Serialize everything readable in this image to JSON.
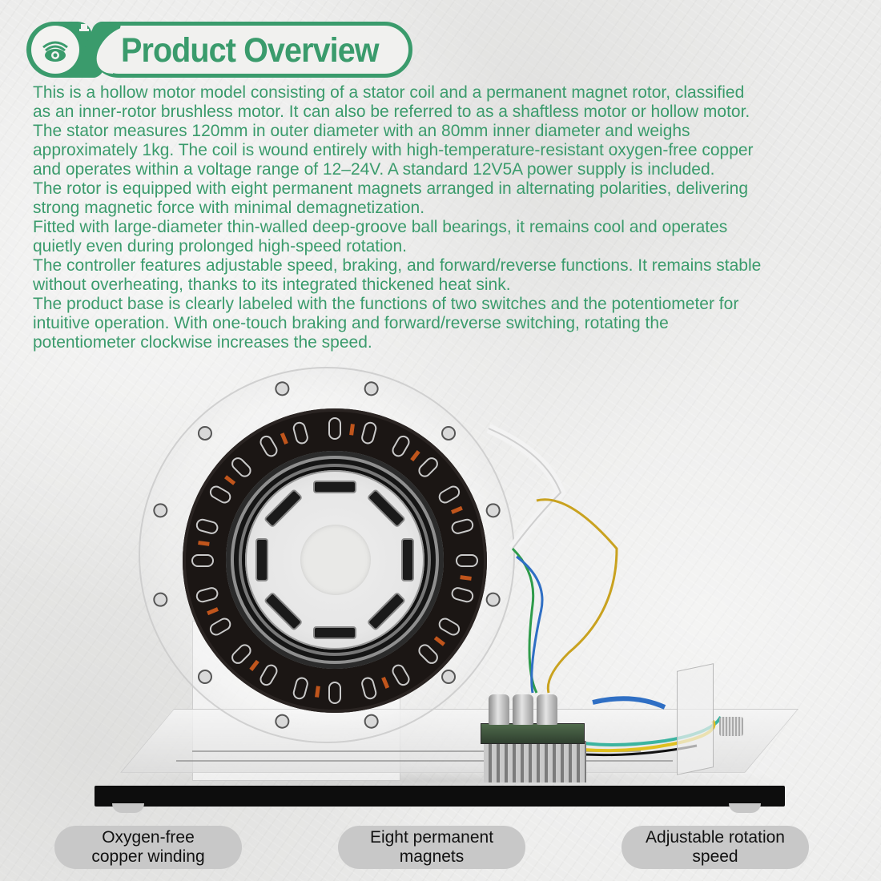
{
  "header": {
    "title": "Product Overview",
    "icon": "eye-icon",
    "accent_color": "#3a9b6c"
  },
  "description": {
    "lines": [
      "This is a hollow motor model consisting of a stator coil and a permanent magnet rotor, classified",
      "as an inner-rotor brushless motor. It can also be referred to as a shaftless motor or hollow motor.",
      "The stator measures 120mm in outer diameter with an 80mm inner diameter and weighs",
      "approximately 1kg. The coil is wound entirely with high-temperature-resistant oxygen-free copper",
      "and operates within a voltage range of 12–24V. A standard 12V5A power supply is included.",
      "The rotor is equipped with eight permanent magnets arranged in alternating polarities, delivering",
      "strong magnetic force with minimal demagnetization.",
      "Fitted with large-diameter thin-walled deep-groove ball bearings, it remains cool and operates",
      "quietly even during prolonged high-speed rotation.",
      "The controller features adjustable speed, braking, and forward/reverse functions. It remains stable",
      "without overheating, thanks to its integrated thickened heat sink.",
      "The product base is clearly labeled with the functions of two switches and the potentiometer for",
      "intuitive operation. With one-touch braking and forward/reverse switching, rotating the",
      "potentiometer clockwise increases the speed."
    ],
    "text_color": "#3a9b6c"
  },
  "product_image": {
    "subject": "hollow brushless motor model on acrylic base with controller board",
    "wire_colors": [
      "#2e9b4a",
      "#2f6fc4",
      "#c9a21f"
    ]
  },
  "features": [
    {
      "line1": "Oxygen-free",
      "line2": "copper winding"
    },
    {
      "line1": "Eight permanent",
      "line2": "magnets"
    },
    {
      "line1": "Adjustable rotation",
      "line2": "speed"
    }
  ],
  "colors": {
    "pill_bg": "#c8c8c8",
    "background": "#ebebea"
  }
}
